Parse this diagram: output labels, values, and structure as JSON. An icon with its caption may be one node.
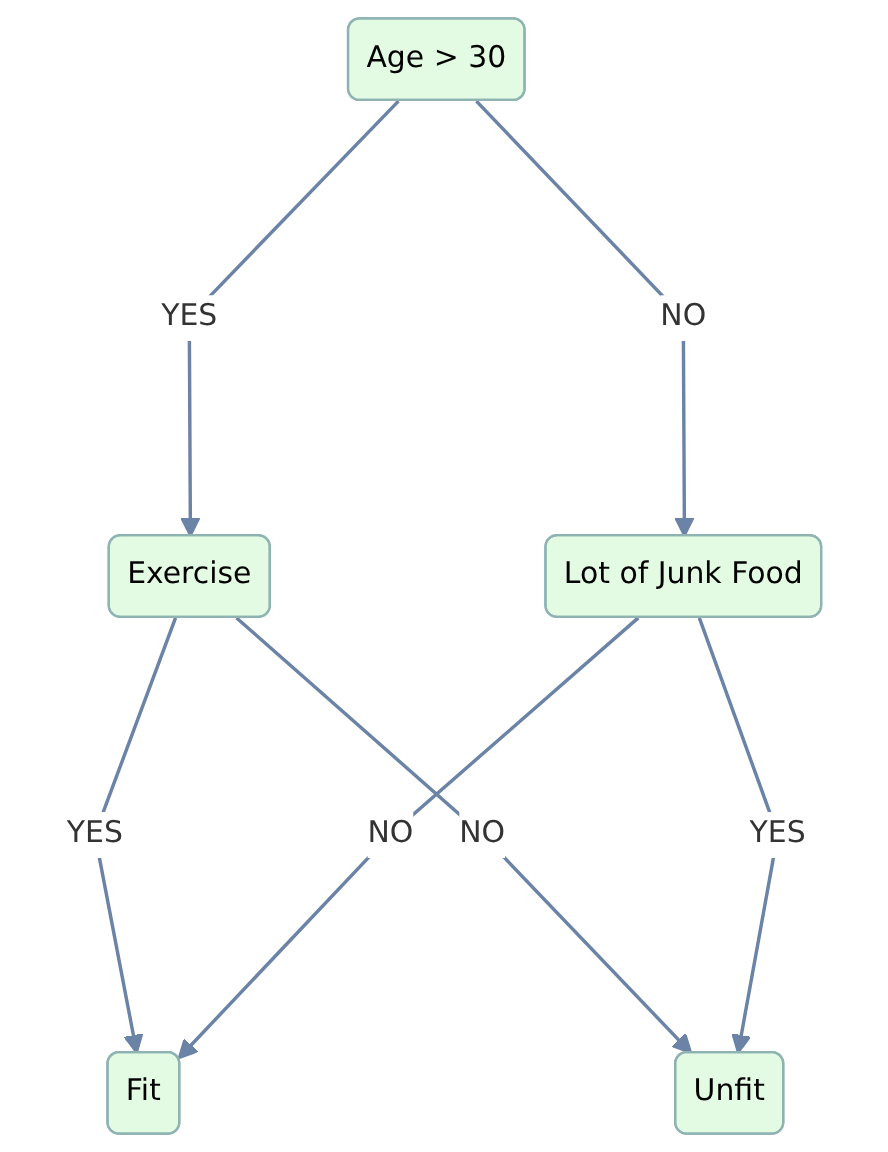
{
  "diagram": {
    "nodes": [
      {
        "text": [
          "Age > 30"
        ]
      },
      {
        "text": [
          "Exercise"
        ]
      },
      {
        "text": [
          "Lot of Junk Food"
        ]
      },
      {
        "text": [
          "Fit"
        ]
      },
      {
        "text": [
          "Unfit"
        ]
      }
    ],
    "edges": [
      {
        "from": 0,
        "to": 1,
        "arrow": "to",
        "label": "YES"
      },
      {
        "from": 0,
        "to": 2,
        "arrow": "to",
        "label": "NO"
      },
      {
        "from": 1,
        "to": 3,
        "arrow": "to",
        "label": "YES"
      },
      {
        "from": 1,
        "to": 4,
        "arrow": "to",
        "label": "NO"
      },
      {
        "from": 2,
        "to": 3,
        "arrow": "to",
        "label": "NO"
      },
      {
        "from": 2,
        "to": 4,
        "arrow": "to",
        "label": "YES"
      }
    ]
  }
}
